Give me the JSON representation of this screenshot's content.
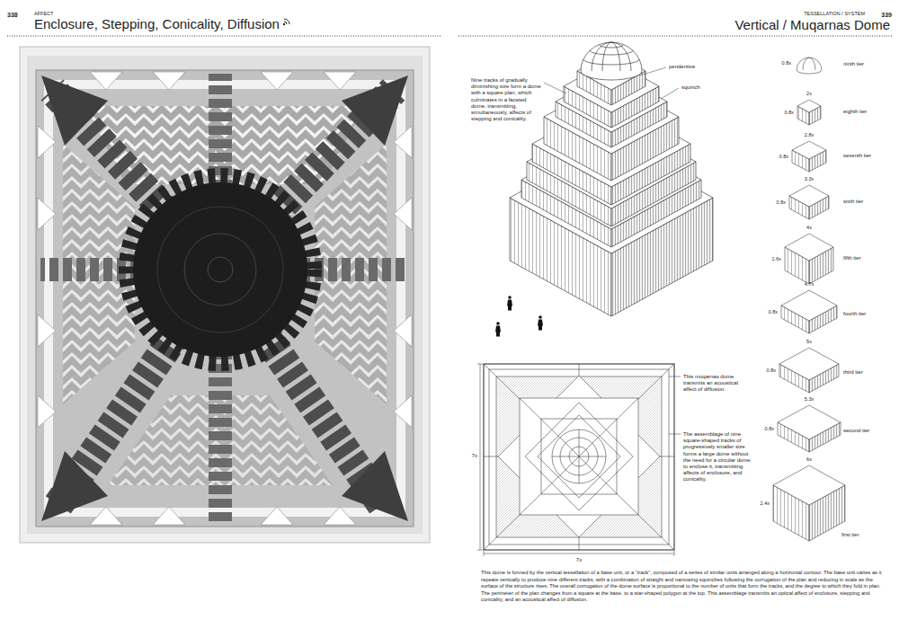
{
  "diagram": {
    "title": "Enclosure, Stepping, Conicality, Diffusion",
    "caption": "This dome is formed by the vertical tessellation of a base unit, or a “track”, composed of a series of similar units arranged along a horizontal contour. The base unit varies as it repeats vertically to produce nine different tracks, with a combination of straight and narrowing squinches following the corrugation of the plan and reducing in scale as the surface of the structure rises. The overall corrugation of the dome surface is proportional to the number of units that form the tracks, and the degree to which they fold in plan. The perimeter of the plan changes from a square at the base, to a star-shaped polygon at the top. This assemblage transmits an optical affect of enclosure, stepping and conicality, and an acoustical affect of diffusion.",
    "labels": [
      "338",
      "AFFECT",
      "TESSELLATION / SYSTEM",
      "339",
      "Vertical / Muqarnas Dome",
      "Nine tracks of gradually diminishing size form a dome with a square plan, which culminates in a faceted dome, transmitting, simultaneously, affects of stepping and conicality.",
      "pendentive",
      "squinch",
      "0.8x",
      "ninth tier",
      "2x",
      "0.8x",
      "eighth tier",
      "2.8x",
      "0.8x",
      "seventh tier",
      "3.3x",
      "0.8x",
      "sixth tier",
      "4x",
      "1.6x",
      "fifth tier",
      "4.7x",
      "0.8x",
      "fourth tier",
      "5x",
      "0.8x",
      "third tier",
      "5.3x",
      "0.8x",
      "second tier",
      "6x",
      "2.4x",
      "first tier",
      "This muqarnas dome transmits an acoustical affect of diffusion.",
      "The assemblage of nine square-shaped tracks of progressively smaller size forms a large dome without the need for a circular dome to enclose it, transmitting affects of enclosure, and conicality.",
      "7x",
      "7x"
    ]
  }
}
